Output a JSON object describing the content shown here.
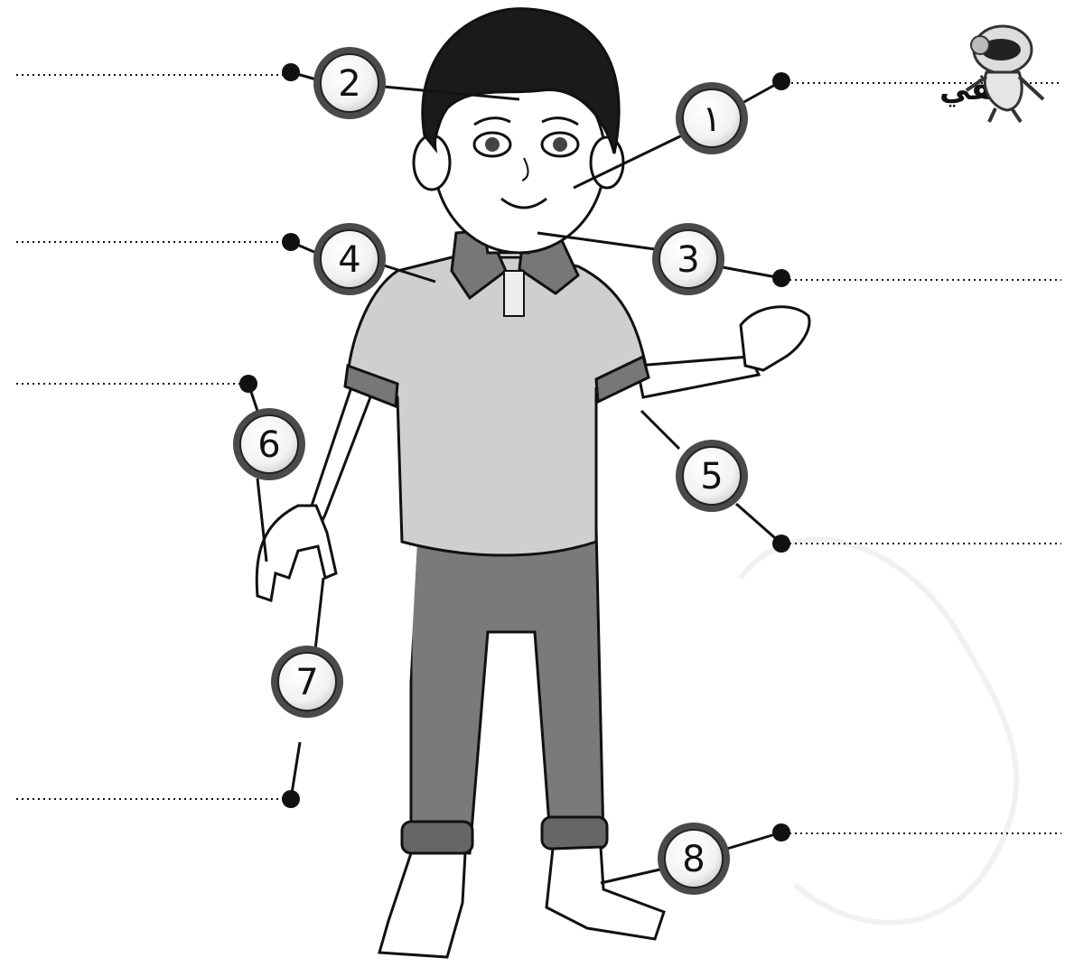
{
  "brand": {
    "label": "ڤيڤي"
  },
  "callouts": [
    {
      "id": "1",
      "label": "١"
    },
    {
      "id": "2",
      "label": "2"
    },
    {
      "id": "3",
      "label": "3"
    },
    {
      "id": "4",
      "label": "4"
    },
    {
      "id": "5",
      "label": "5"
    },
    {
      "id": "6",
      "label": "6"
    },
    {
      "id": "7",
      "label": "7"
    },
    {
      "id": "8",
      "label": "8"
    }
  ],
  "colors": {
    "line": "#111111",
    "badge_outer": "#4a4a4a",
    "badge_inner": "#ffffff",
    "shirt": "#cfcfcf",
    "pants": "#777777",
    "hair": "#1a1a1a"
  }
}
